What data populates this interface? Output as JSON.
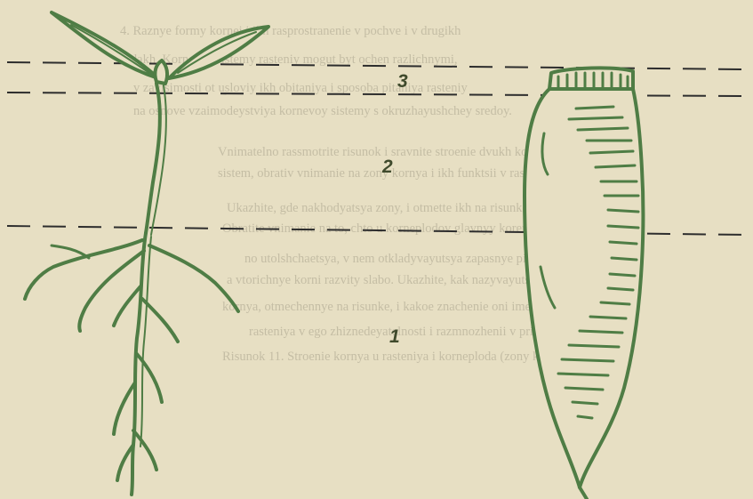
{
  "figure": {
    "zone_labels": [
      "1",
      "2",
      "3"
    ],
    "colors": {
      "paper": "#e7dfc3",
      "ink_green": "#4f7d45",
      "ink_dark": "#2d2d2d",
      "show_through_text": "#8d8774"
    }
  },
  "show_through_text": [
    "4. Raznye formy kornei i ikh rasprostranenie v pochve i v drugikh",
    "sredakh. Kornevye sistemy rasteniy mogut byt ochen razlichnymi,",
    "v zavisimosti ot usloviy ikh obitaniya i sposoba pitaniya rasteniy",
    "na osnove vzaimodeystviya kornevoy sistemy s okruzhayushchey sredoy.",
    "Vnimatelno rassmotrite risunok i sravnite stroenie dvukh kornevykh",
    "sistem, obrativ vnimanie na zony kornya i ikh funktsii v rastenii.",
    "Ukazhite, gde nakhodyatsya zony, i otmette ikh na risunke nomerami.",
    "Obratite vnimanie na to, chto u korneplodov glavnyy koren sil",
    "no utolshchaetsya, v nem otkladyvayutsya zapasnye pitatelnye veshchestva,",
    "a vtorichnye korni razvity slabo. Ukazhite, kak nazyvayutsya zony",
    "kornya, otmechennye na risunke, i kakoe znachenie oni imeyut dlya",
    "rasteniya v ego zhiznedeyatelnosti i razmnozhenii v prirode.",
    "Risunok 11. Stroenie kornya u rasteniya i korneploda (zony kornya)."
  ]
}
